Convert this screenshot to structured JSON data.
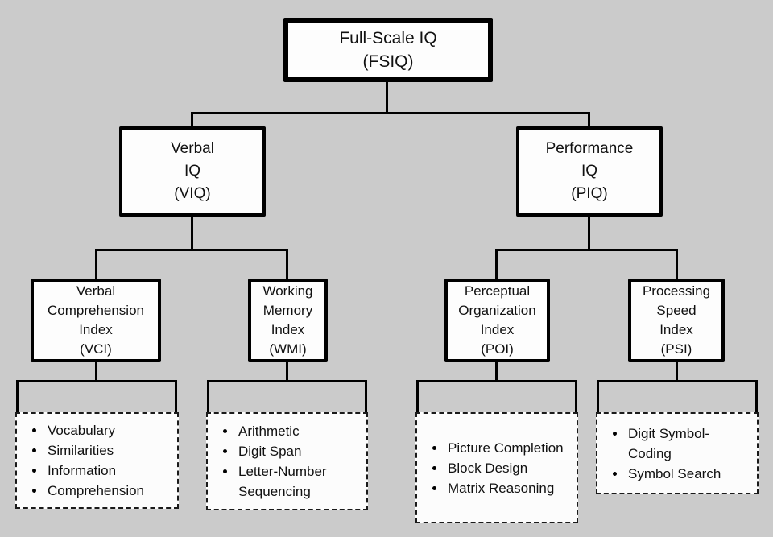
{
  "nodes": {
    "fsiq": {
      "lines": [
        "Full-Scale IQ",
        "(FSIQ)"
      ]
    },
    "viq": {
      "lines": [
        "Verbal",
        "IQ",
        "(VIQ)"
      ]
    },
    "piq": {
      "lines": [
        "Performance",
        "IQ",
        "(PIQ)"
      ]
    },
    "vci": {
      "lines": [
        "Verbal",
        "Comprehension",
        "Index",
        "(VCI)"
      ]
    },
    "wmi": {
      "lines": [
        "Working",
        "Memory",
        "Index",
        "(WMI)"
      ]
    },
    "poi": {
      "lines": [
        "Perceptual",
        "Organization",
        "Index",
        "(POI)"
      ]
    },
    "psi": {
      "lines": [
        "Processing",
        "Speed",
        "Index",
        "(PSI)"
      ]
    }
  },
  "subtests": {
    "vci": {
      "items": [
        "Vocabulary",
        "Similarities",
        "Information",
        "Comprehension"
      ]
    },
    "wmi": {
      "items": [
        "Arithmetic",
        "Digit Span",
        "Letter-Number Sequencing"
      ]
    },
    "poi": {
      "items": [
        "Picture Completion",
        "Block Design",
        "Matrix Reasoning"
      ]
    },
    "psi": {
      "items": [
        "Digit Symbol-Coding",
        "Symbol Search"
      ]
    }
  },
  "colors": {
    "background": "#cbcbcb",
    "box_fill": "#fdfdfd",
    "border": "#000000",
    "text": "#111111"
  }
}
